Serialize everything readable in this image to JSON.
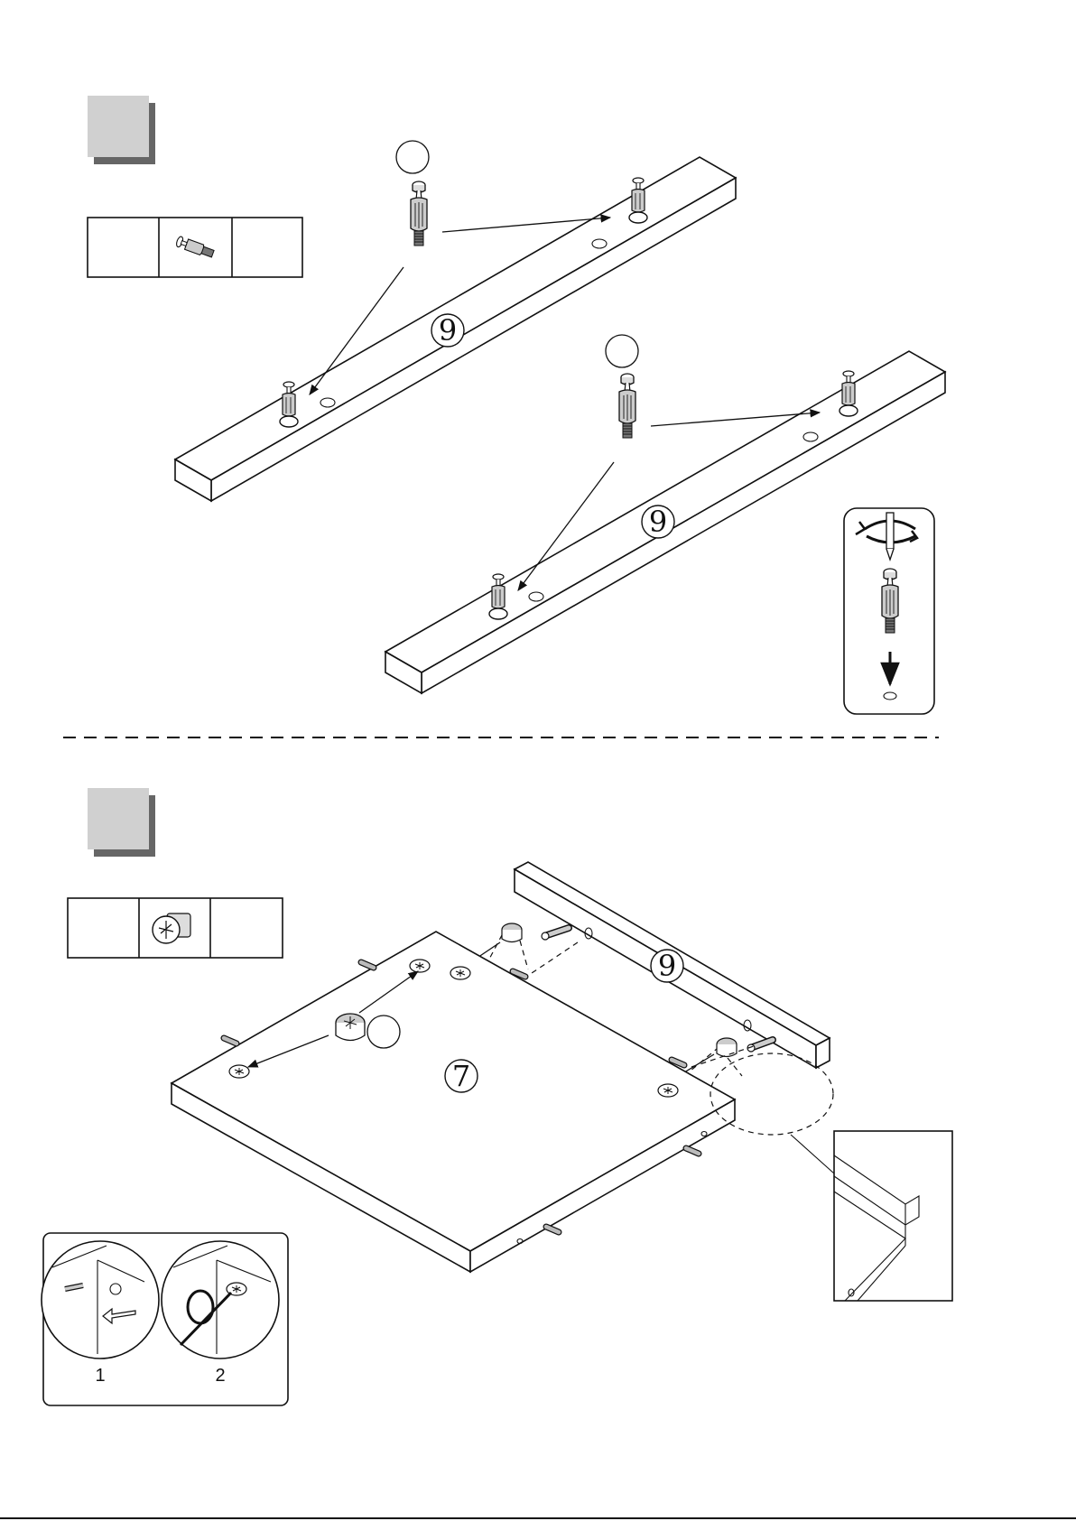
{
  "sections": [
    {
      "step_label": "",
      "hardware_qty": "",
      "hardware_code": "",
      "hardware_icon": "cam-bolt-icon",
      "panels": [
        "9",
        "9"
      ],
      "detail_icon": "screwdriver-detail-icon"
    },
    {
      "step_label": "",
      "hardware_qty": "",
      "hardware_code": "",
      "hardware_icon": "cam-lock-icon",
      "panels": [
        "9",
        "7"
      ],
      "inset_steps": [
        "1",
        "2"
      ]
    }
  ],
  "colors": {
    "line": "#111111",
    "step_box": "#d0d0d0",
    "step_shadow": "#666666"
  }
}
